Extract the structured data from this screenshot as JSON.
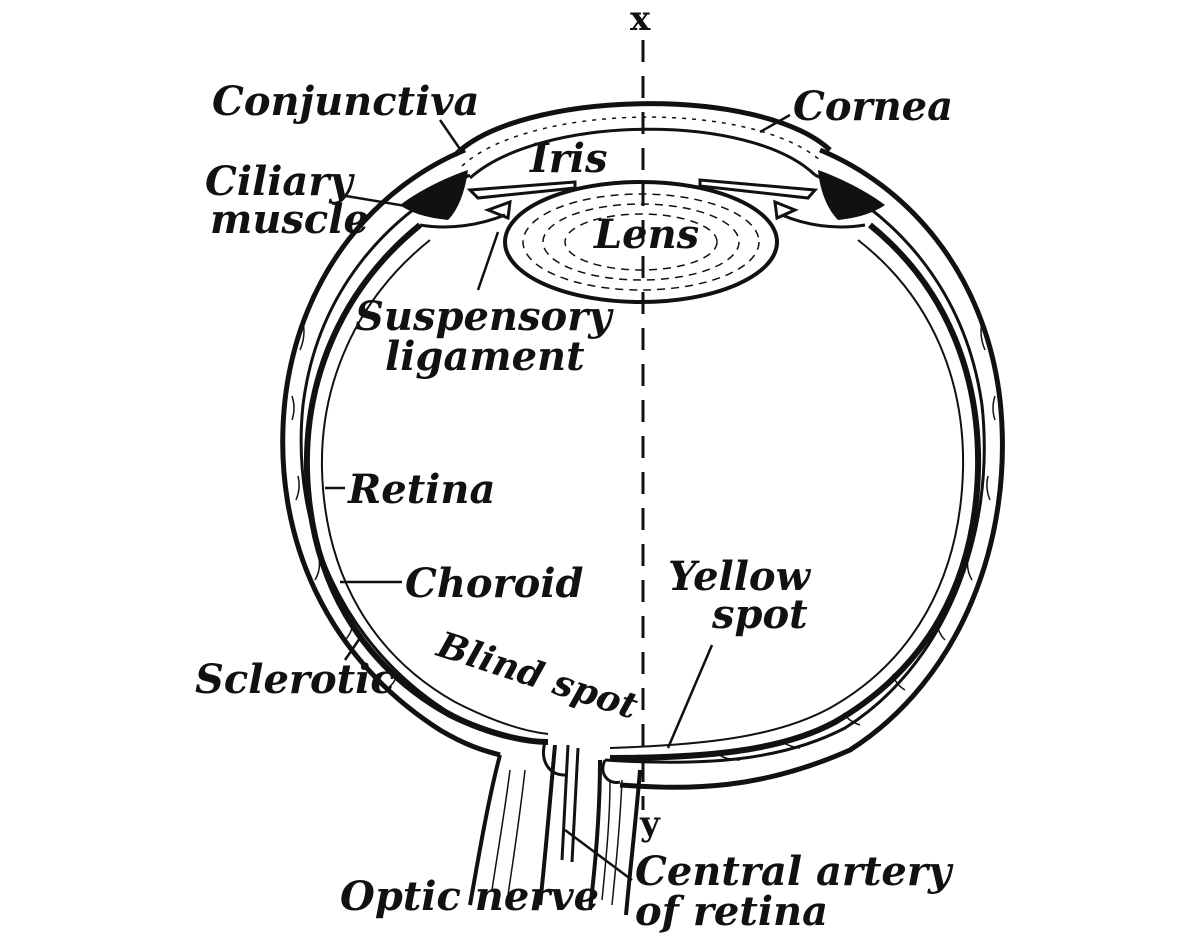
{
  "diagram": {
    "axis_top_label": "x",
    "axis_bottom_label": "y",
    "labels": {
      "conjunctiva": "Conjunctiva",
      "cornea": "Cornea",
      "iris": "Iris",
      "ciliary_line1": "Ciliary",
      "ciliary_line2": "muscle",
      "lens": "Lens",
      "suspensory_line1": "Suspensory",
      "suspensory_line2": "ligament",
      "retina": "Retina",
      "choroid": "Choroid",
      "sclerotic": "Sclerotic",
      "blind_spot": "Blind spot",
      "yellow_line1": "Yellow",
      "yellow_line2": "spot",
      "optic_nerve": "Optic nerve",
      "artery_line1": "Central artery",
      "artery_line2": "of retina"
    }
  }
}
